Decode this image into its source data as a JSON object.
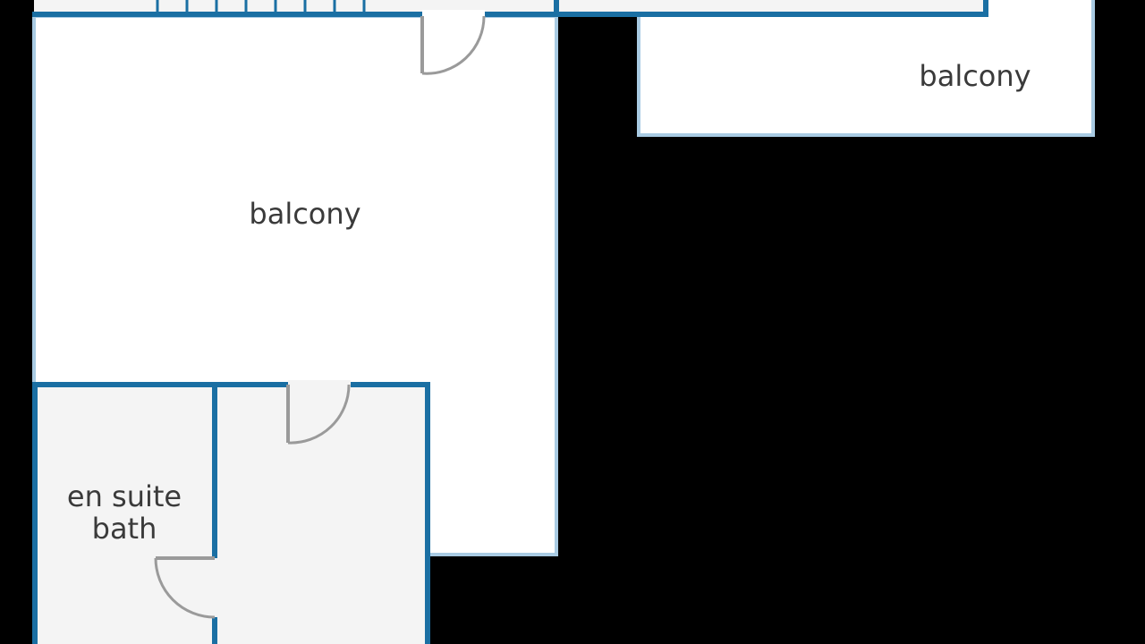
{
  "colors": {
    "background": "#000000",
    "wall": "#1a6fa3",
    "wall_light": "#a9cbe3",
    "room_white": "#ffffff",
    "room_grey": "#f4f4f4",
    "door": "#9a9a9a",
    "label": "#3a3a3a"
  },
  "rooms": {
    "balcony_main": {
      "label": "balcony"
    },
    "balcony_top_right": {
      "label": "balcony"
    },
    "en_suite": {
      "label_line1": "en suite",
      "label_line2": "bath"
    }
  }
}
